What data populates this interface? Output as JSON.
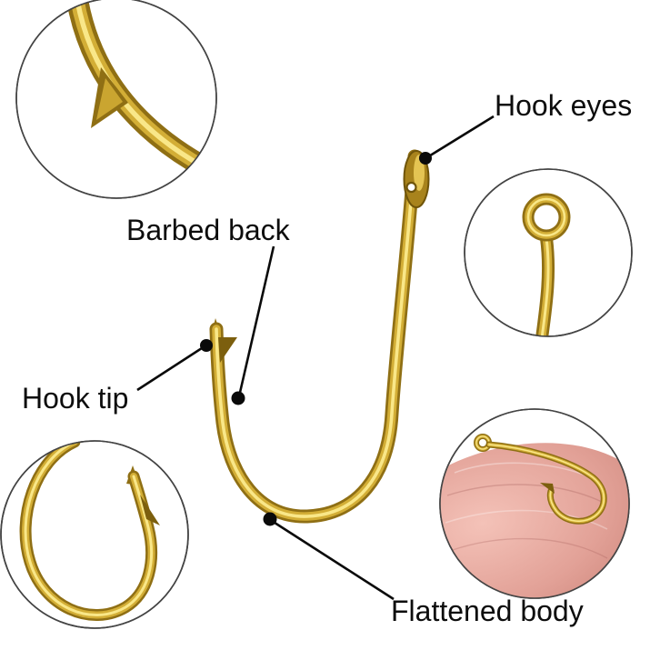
{
  "diagram": {
    "subject": "fishing-hook-anatomy",
    "labels": {
      "hook_eyes": "Hook eyes",
      "barbed_back": "Barbed back",
      "hook_tip": "Hook tip",
      "flattened_body": "Flattened body"
    },
    "insets": [
      {
        "name": "barbed-back-detail"
      },
      {
        "name": "hook-eye-detail"
      },
      {
        "name": "hook-tip-detail"
      },
      {
        "name": "flattened-body-on-fingertip-detail"
      }
    ],
    "colors": {
      "background": "#ffffff",
      "callout": "#0a0a0a",
      "hook_gold_dark": "#8f6f14",
      "hook_gold_mid": "#d3ae36",
      "hook_gold_light": "#f9e788",
      "finger_skin": "#dd9a90",
      "circle_border": "#444444"
    }
  }
}
